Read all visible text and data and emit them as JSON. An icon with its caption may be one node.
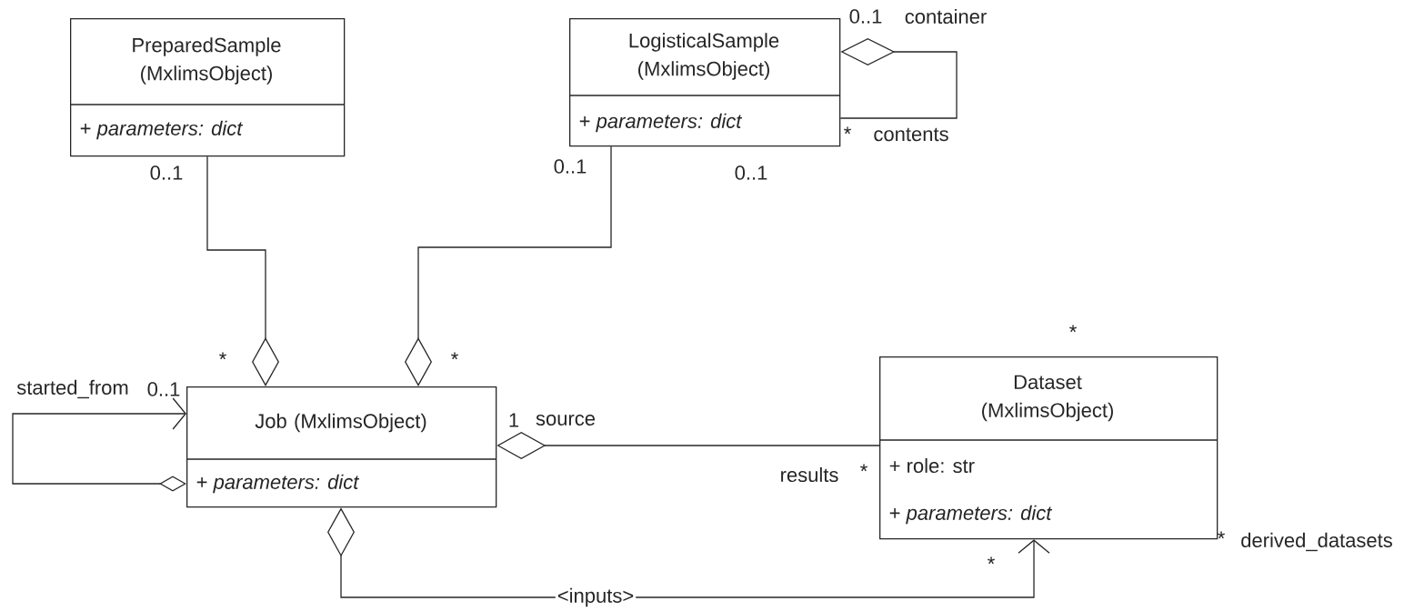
{
  "diagram": {
    "nodes": [
      {
        "text": [
          "PreparedSample (MxlimsObject)",
          "+ *parameters: dict*"
        ]
      },
      {
        "text": [
          "LogisticalSample (MxlimsObject)",
          "+ *parameters: dict*"
        ]
      },
      {
        "text": [
          "Job (MxlimsObject)",
          "+ *parameters: dict*"
        ]
      },
      {
        "text": [
          "Dataset (MxlimsObject)",
          "+ role: str",
          "+ *parameters: dict*"
        ]
      }
    ],
    "edges": [
      {
        "from": 0,
        "to": 2,
        "arrow": "other"
      },
      {
        "from": 1,
        "to": 2,
        "arrow": "other"
      },
      {
        "from": 1,
        "to": 1,
        "arrow": "other"
      },
      {
        "from": 2,
        "to": 2,
        "arrow": "to"
      },
      {
        "from": 3,
        "to": 2,
        "arrow": "other"
      },
      {
        "from": 2,
        "to": 3,
        "arrow": "to",
        "label": "<inputs>"
      }
    ],
    "labels": [
      "0..1",
      "container",
      "*",
      "contents",
      "0..1",
      "0..1",
      "0..1",
      "*",
      "*",
      "*",
      "started_from",
      "0..1",
      "1",
      "source",
      "results",
      "*",
      "*",
      "derived_datasets",
      "*"
    ]
  }
}
